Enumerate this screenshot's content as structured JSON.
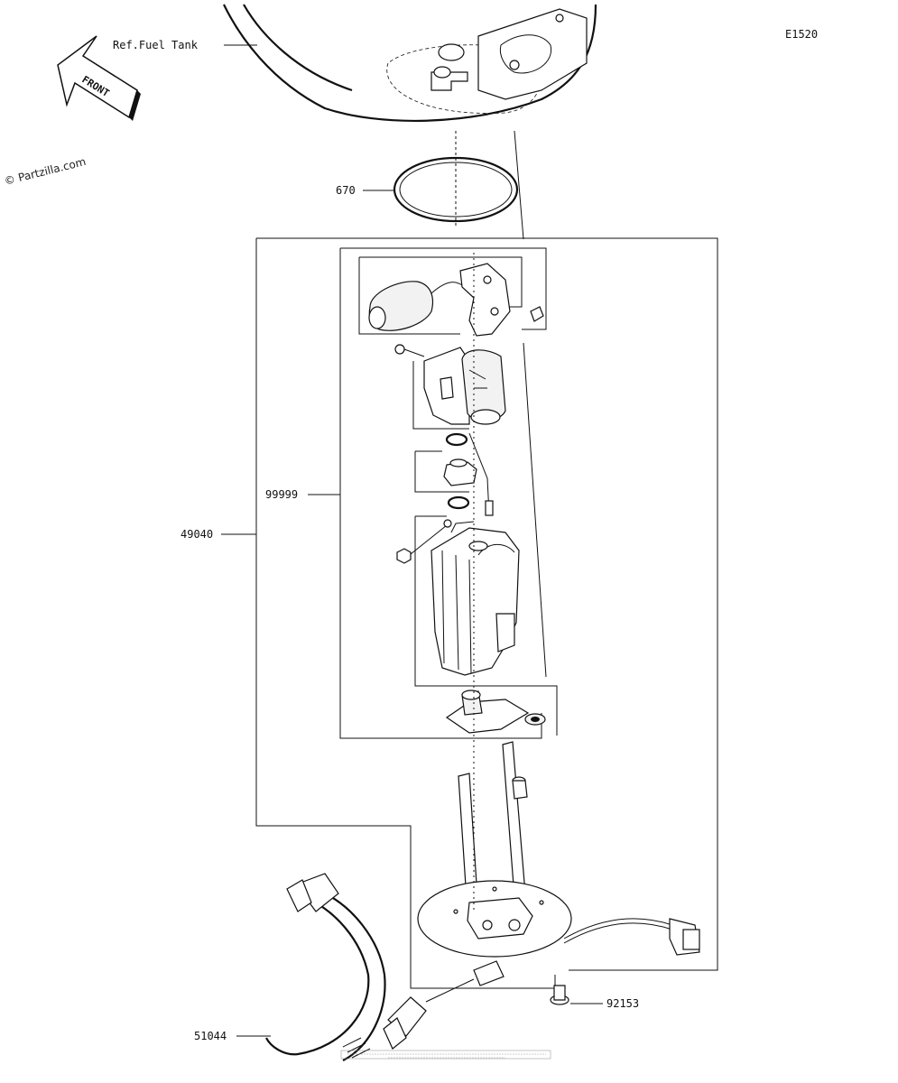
{
  "diagram_code": "E1520",
  "watermark": "© Partzilla.com",
  "direction_arrow": {
    "label": "FRONT"
  },
  "ref_labels": [
    {
      "id": "fuel-tank",
      "text": "Ref.Fuel Tank"
    }
  ],
  "callouts": [
    {
      "id": "670",
      "text": "670"
    },
    {
      "id": "99999",
      "text": "99999"
    },
    {
      "id": "49040",
      "text": "49040"
    },
    {
      "id": "92153",
      "text": "92153"
    },
    {
      "id": "51044",
      "text": "51044"
    }
  ],
  "colors": {
    "line": "#111111",
    "background": "#ffffff"
  },
  "icons": [
    "front-arrow-icon",
    "copyright-icon"
  ]
}
